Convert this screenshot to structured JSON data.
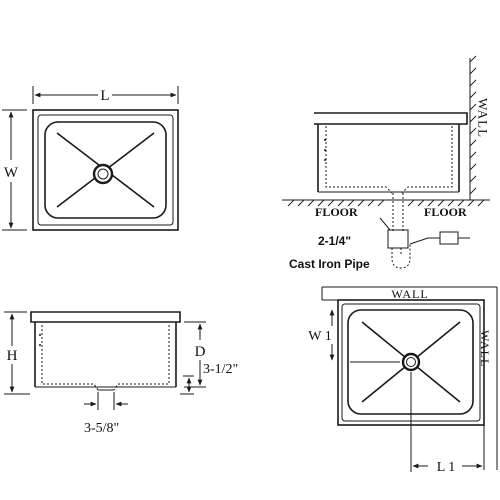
{
  "top_view": {
    "length_label": "L",
    "width_label": "W"
  },
  "side_view": {
    "wall_label": "WALL",
    "floor_left": "FLOOR",
    "floor_right": "FLOOR",
    "pipe_size": "2-1/4\"",
    "pipe_type": "Cast Iron Pipe"
  },
  "front_view": {
    "height_label": "H",
    "depth_label": "D",
    "drain_height": "3-1/2\"",
    "drain_width": "3-5/8\""
  },
  "corner_view": {
    "wall_top": "WALL",
    "wall_right": "WALL",
    "w1_label": "W 1",
    "l1_label": "L 1"
  }
}
